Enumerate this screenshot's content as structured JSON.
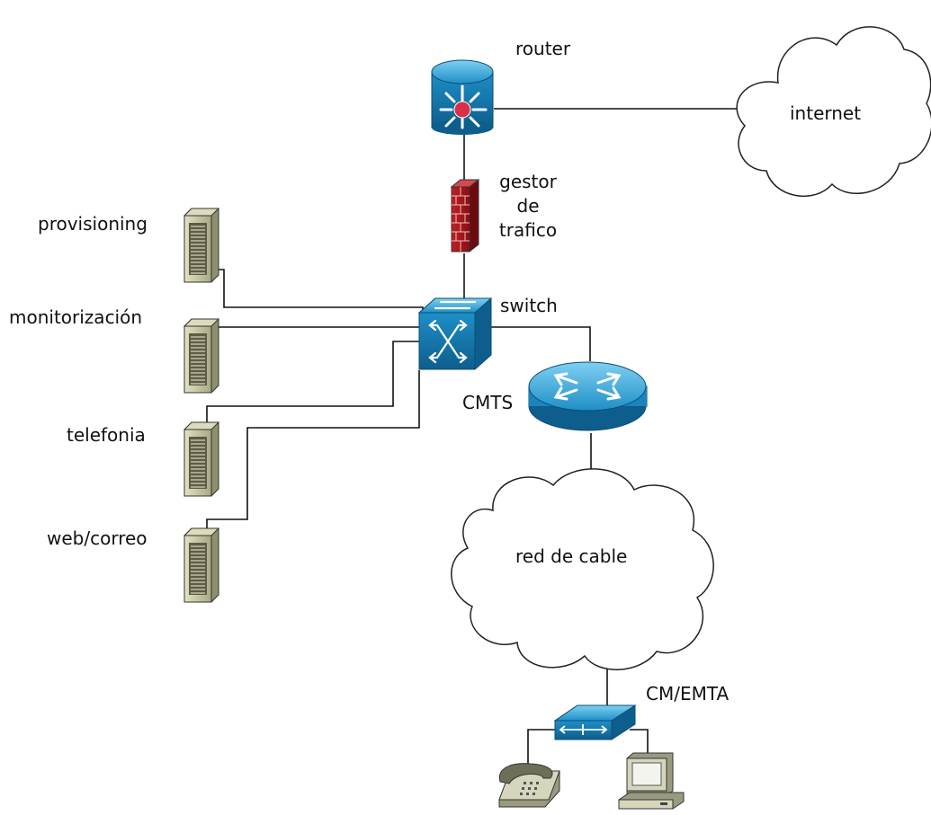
{
  "labels": {
    "router": "router",
    "internet": "internet",
    "gestor_line1": "gestor",
    "gestor_line2": "de",
    "gestor_line3": "trafico",
    "switch": "switch",
    "cmts": "CMTS",
    "cable_network": "red de cable",
    "cm_emta": "CM/EMTA",
    "servers": {
      "provisioning": "provisioning",
      "monitoring": "monitorización",
      "telephony": "telefonia",
      "web_mail": "web/correo"
    }
  },
  "icons": {
    "router": "router-icon",
    "cloud": "cloud-icon",
    "firewall": "firewall-icon",
    "switch": "multilayer-switch-icon",
    "cmts": "cmts-router-icon",
    "server": "server-tower-icon",
    "modem": "cable-modem-icon",
    "phone": "telephone-icon",
    "pc": "computer-icon"
  },
  "colors": {
    "device_blue": "#1e8fc7",
    "device_blue_dark": "#0d5e8c",
    "device_blue_light": "#6cc3ea",
    "router_core_red": "#d9304a",
    "firewall_red": "#b3141c",
    "server_beige": "#c8c8a0",
    "line": "#111111"
  }
}
